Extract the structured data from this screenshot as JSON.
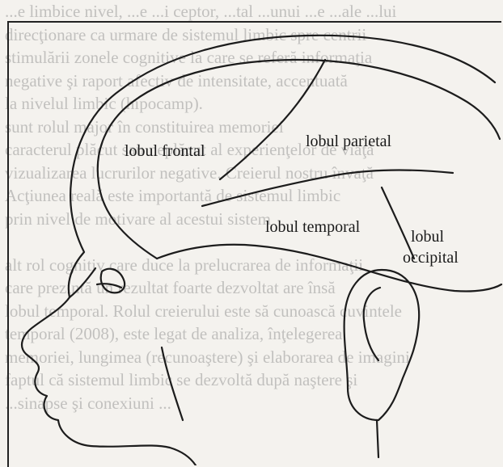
{
  "background_lines": [
    "...e limbice nivel, ...e ...i ceptor, ...tal ...unui ...e ...ale ...lui",
    "direcţionare ca urmare de sistemul limbic spre centrii",
    "stimulării zonele cognitive la care se referă informaţia",
    "negative şi raport afectiv de intensitate, accentuată",
    "la nivelul limbic (hipocamp).",
    "sunt rolul major în constituirea memoriei",
    "caracterul plăcut sau neplăcut al experienţelor de viaţă",
    "vizualizarea lucrurilor negative. Creierul nostru învaţă",
    "Acţiunea reală este importantă de sistemul limbic",
    "prin nivel de motivare al acestui sistem",
    "",
    "alt rol cognitiv care duce la prelucrarea de informaţii",
    "care prezintă un rezultat foarte dezvoltat are însă",
    "lobul temporal. Rolul creierului este să cunoască cuvintele",
    "temporal (2008), este legat de analiza, înţelegerea",
    "memoriei, lungimea (recunoaştere) şi elaborarea de imagini",
    "faptul că sistemul limbic se dezvoltă după naştere şi",
    "...sinapse şi conexiuni ..."
  ],
  "labels": {
    "frontal": "lobul frontal",
    "parietal": "lobul parietal",
    "temporal": "lobul temporal",
    "occipital_line1": "lobul",
    "occipital_line2": "occipital"
  }
}
